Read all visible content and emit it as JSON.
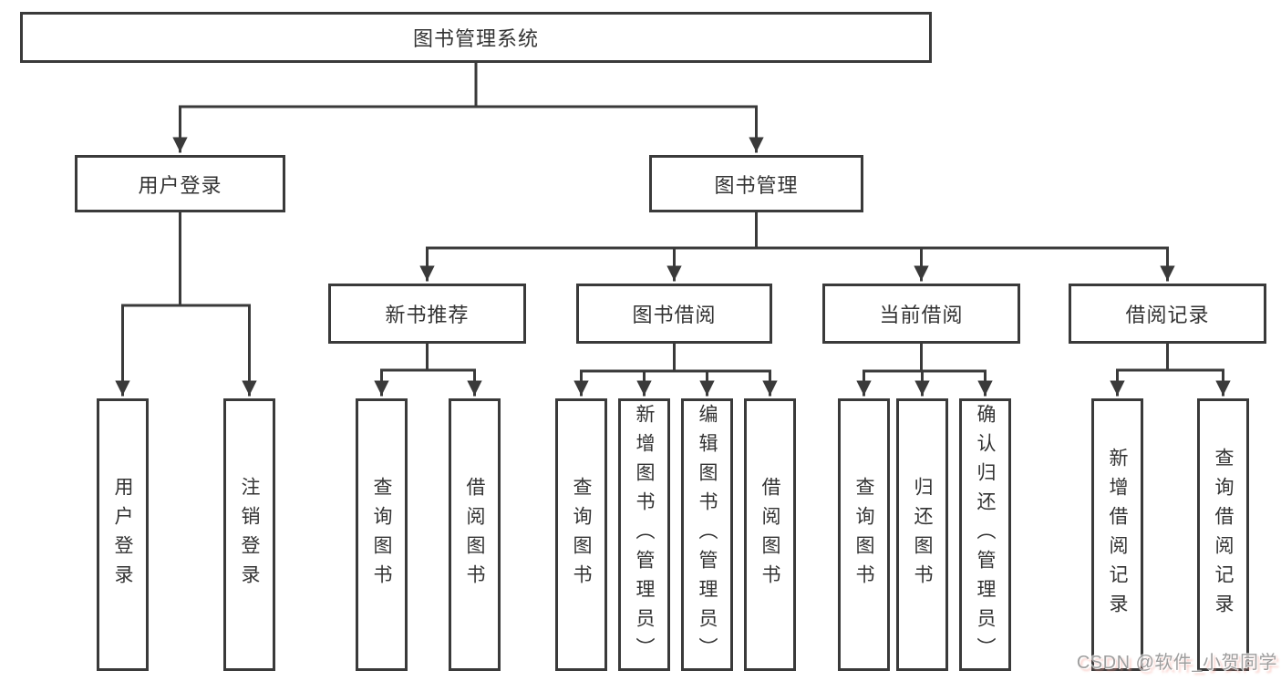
{
  "diagram": {
    "type": "tree",
    "colors": {
      "line": "#3a3a3a",
      "box_border": "#3a3a3a",
      "box_fill": "#ffffff",
      "text": "#333333"
    },
    "root": {
      "label": "图书管理系统",
      "children": [
        {
          "label": "用户登录",
          "children": [
            {
              "label": "用户登录"
            },
            {
              "label": "注销登录"
            }
          ]
        },
        {
          "label": "图书管理",
          "children": [
            {
              "label": "新书推荐",
              "children": [
                {
                  "label": "查询图书"
                },
                {
                  "label": "借阅图书"
                }
              ]
            },
            {
              "label": "图书借阅",
              "children": [
                {
                  "label": "查询图书"
                },
                {
                  "label": "新增图书（管理员）"
                },
                {
                  "label": "编辑图书（管理员）"
                },
                {
                  "label": "借阅图书"
                }
              ]
            },
            {
              "label": "当前借阅",
              "children": [
                {
                  "label": "查询图书"
                },
                {
                  "label": "归还图书"
                },
                {
                  "label": "确认归还（管理员）"
                }
              ]
            },
            {
              "label": "借阅记录",
              "children": [
                {
                  "label": "新增借阅记录"
                },
                {
                  "label": "查询借阅记录"
                }
              ]
            }
          ]
        }
      ]
    }
  },
  "watermark": {
    "text": "CSDN @软件_小贺同学",
    "color": "#9e9e9e"
  }
}
